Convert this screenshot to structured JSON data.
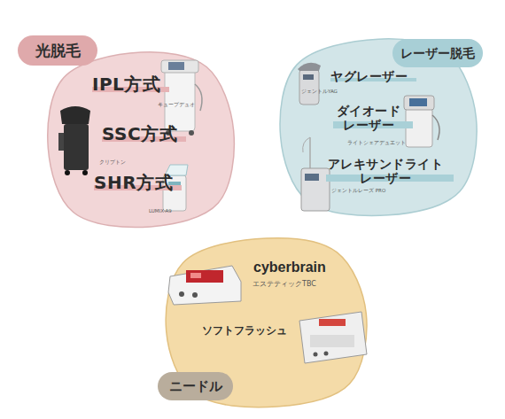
{
  "diagram": {
    "nodes": [
      {
        "text": [
          "光脱毛",
          "IPL方式",
          "キュープデュオ",
          "SSC方式",
          "クリプトン",
          "SHR方式",
          "LUMIX-A9"
        ]
      },
      {
        "text": [
          "レーザー脱毛",
          "ヤグレーザー",
          "ジェントルYAG",
          "ダイオード レーザー",
          "ライトシェアデュエット",
          "アレキサンドライト レーザー",
          "ジェントルレーズ PRO"
        ]
      },
      {
        "text": [
          "ニードル",
          "cyberbrain",
          "エステティックTBC",
          "ソフトフラッシュ"
        ]
      }
    ]
  }
}
